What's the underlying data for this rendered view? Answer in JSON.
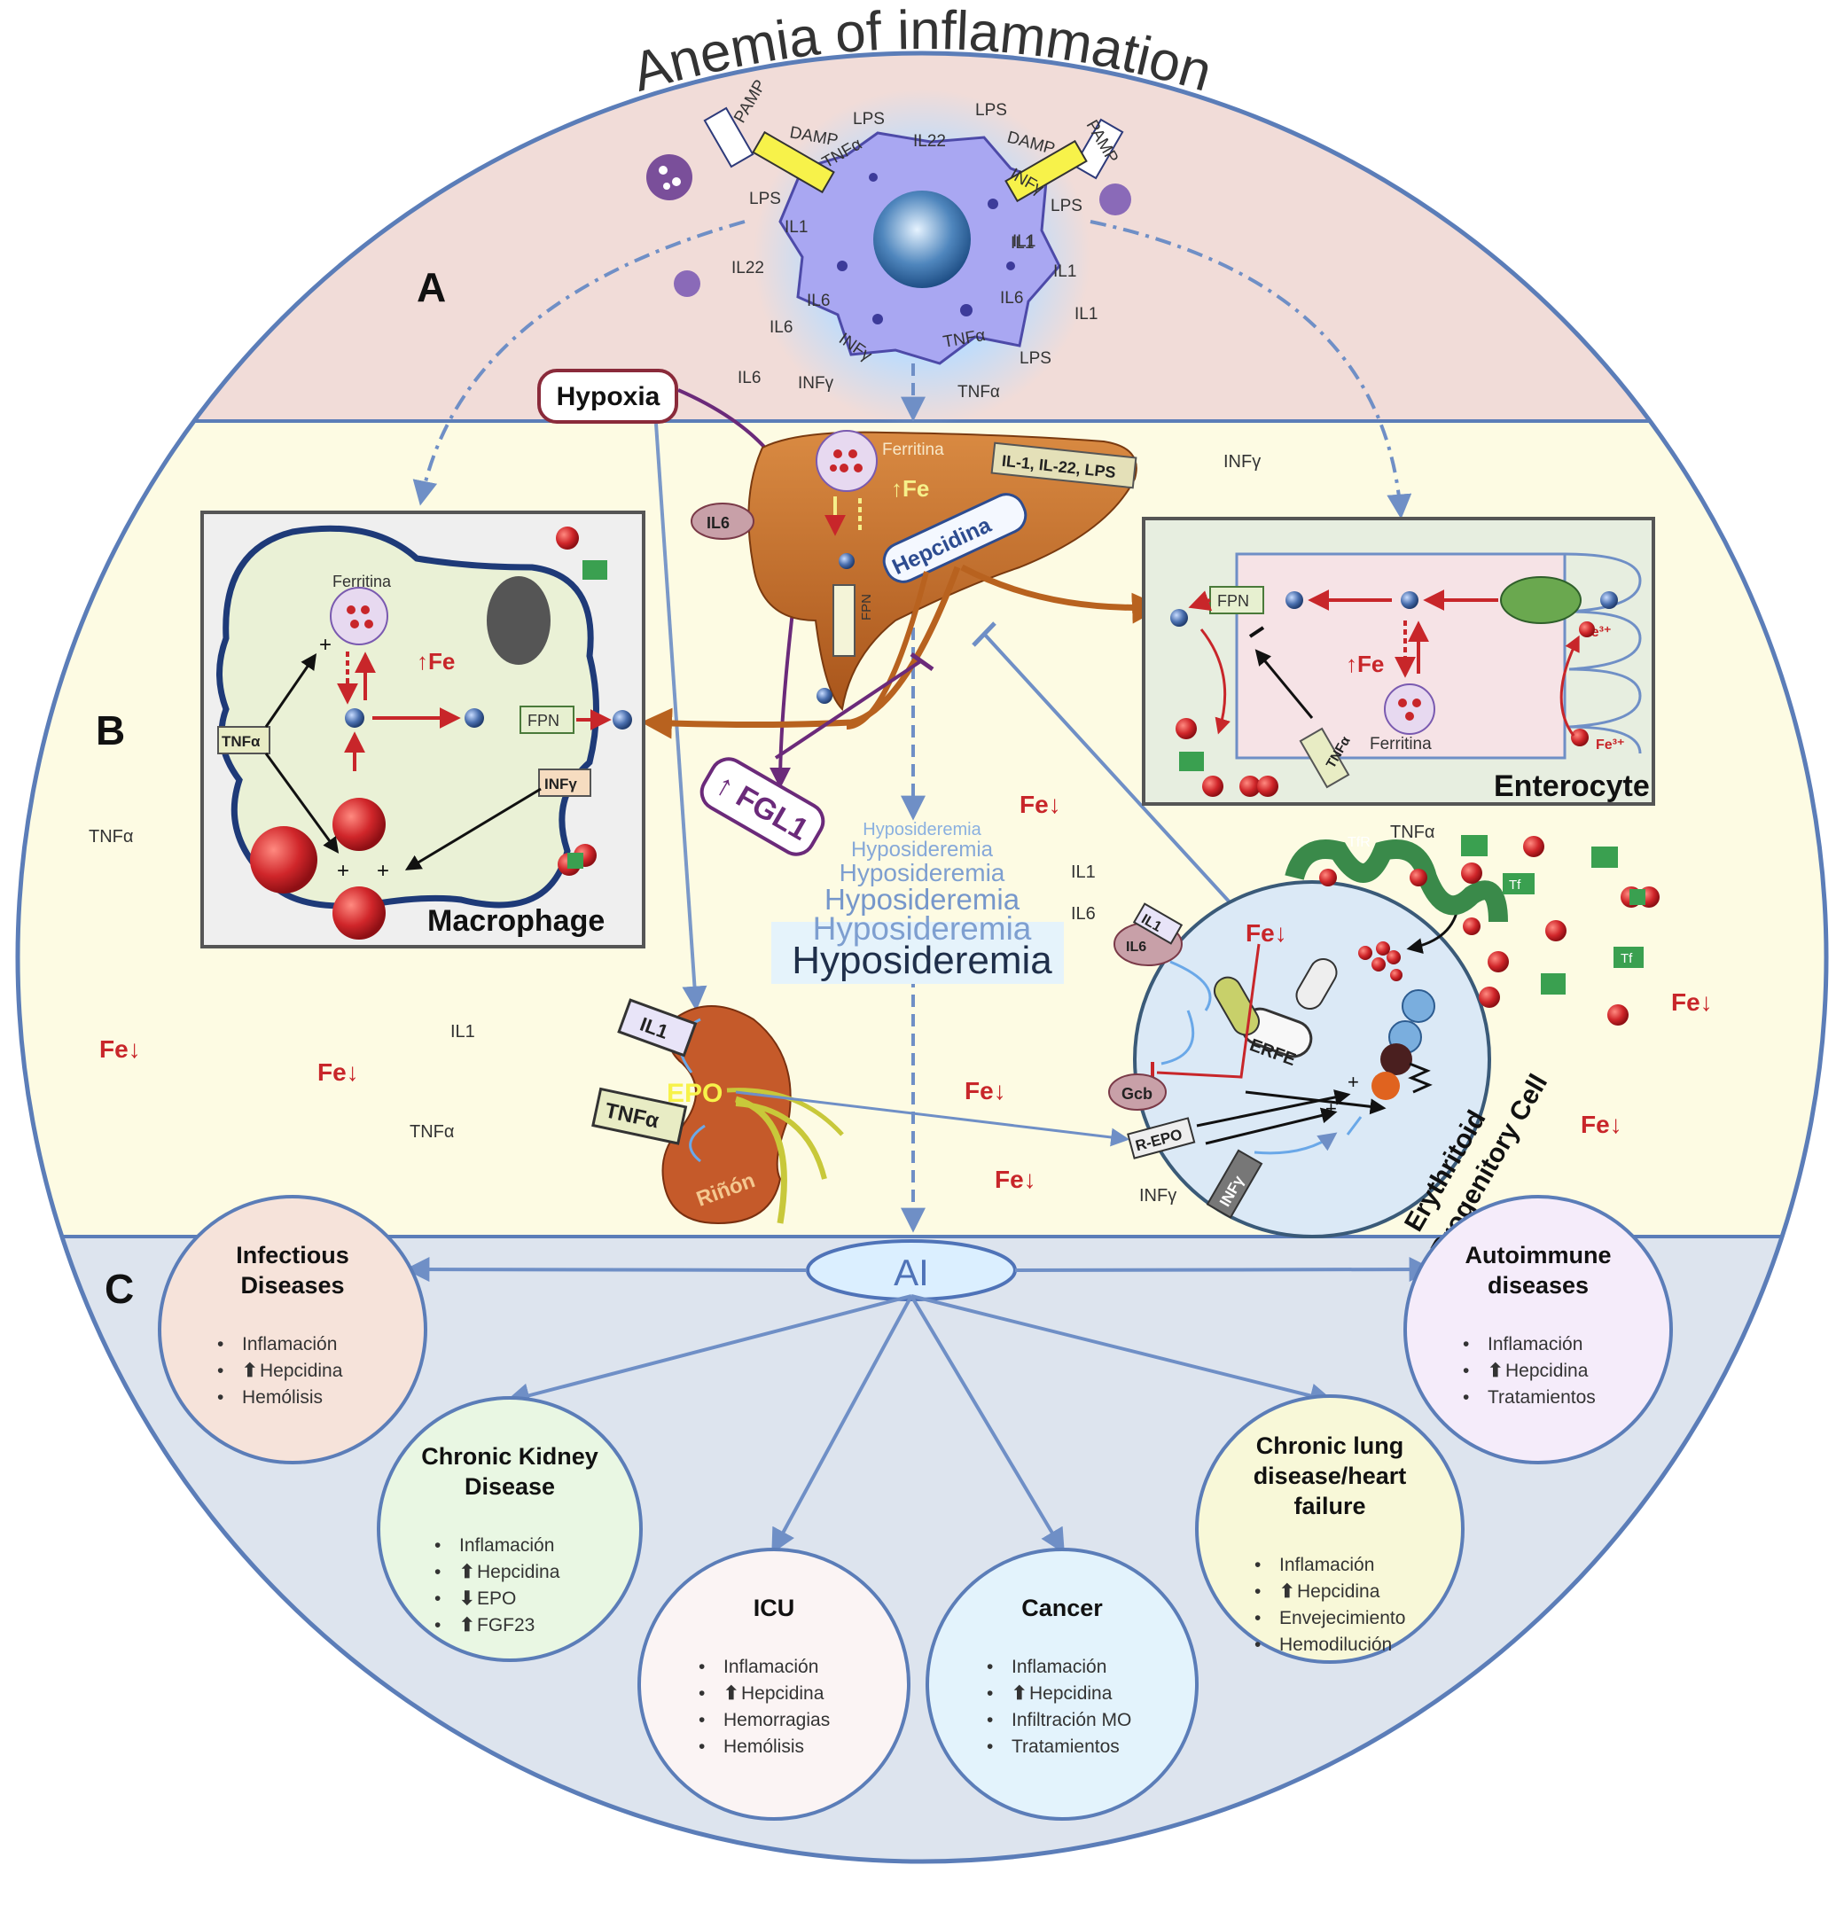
{
  "title": "Anemia of inflammation",
  "sections": {
    "a": "A",
    "b": "B",
    "c": "C"
  },
  "cytokines_top": [
    "PAMP",
    "DAMP",
    "LPS",
    "IL22",
    "LPS",
    "DAMP",
    "INFγ",
    "PAMP",
    "TNFα",
    "LPS",
    "IL1",
    "IL1",
    "IL22",
    "IL6",
    "IL6",
    "INFγ",
    "TNFα",
    "LPS",
    "IL1",
    "IL6",
    "IL1",
    "IL1",
    "LPS",
    "TNFα",
    "IL6",
    "INFγ"
  ],
  "hypoxia": "Hypoxia",
  "liver": {
    "ferritina": "Ferritina",
    "fe_up": "↑Fe",
    "hepcidina": "Hepcidina",
    "cytokine_box": "IL-1, IL-22, LPS",
    "il6": "IL6",
    "fpn": "FPN",
    "infy": "INFγ"
  },
  "fgl1": "↑ FGL1",
  "hyposideremia": [
    "Hyposideremia",
    "Hyposideremia",
    "Hyposideremia",
    "Hyposideremia",
    "Hyposideremia",
    "Hyposideremia"
  ],
  "macrophage": {
    "label": "Macrophage",
    "ferritina": "Ferritina",
    "fe_up": "↑Fe",
    "fpn": "FPN",
    "tnfa": "TNFα",
    "infy": "INFγ"
  },
  "enterocyte": {
    "label": "Enterocyte",
    "fpn": "FPN",
    "fe_up": "↑Fe",
    "ferritina": "Ferritina",
    "fe3": "Fe³⁺",
    "fe2": "Fe³⁺",
    "tnfa": "TNFα"
  },
  "kidney": {
    "il1": "IL1",
    "epo": "EPO",
    "tnfa": "TNFα",
    "rinon": "Riñón"
  },
  "erythroid": {
    "label_line1": "Erythritoid",
    "label_line2": "Progenitory Cell",
    "il1": "IL1",
    "il6": "IL6",
    "erfe": "ERFE",
    "gcb": "Gcb",
    "repo": "R-EPO",
    "infy": "INFγ",
    "tnfa": "TNFα",
    "tfr": "TfR",
    "tf": "Tf"
  },
  "fe_down": "Fe↓",
  "misc_labels": {
    "tnfa": "TNFα",
    "il1": "IL1",
    "il6": "IL6",
    "infy": "INFγ"
  },
  "ai": "AI",
  "diseases": [
    {
      "title": [
        "Infectious",
        "Diseases"
      ],
      "items": [
        "Inflamación",
        "Hepcidina",
        "Hemólisis"
      ],
      "arrows": [
        "",
        "up",
        ""
      ]
    },
    {
      "title": [
        "Chronic Kidney",
        "Disease"
      ],
      "items": [
        "Inflamación",
        "Hepcidina",
        "EPO",
        "FGF23"
      ],
      "arrows": [
        "",
        "up",
        "down",
        "up"
      ]
    },
    {
      "title": [
        "ICU"
      ],
      "items": [
        "Inflamación",
        "Hepcidina",
        "Hemorragias",
        "Hemólisis"
      ],
      "arrows": [
        "",
        "up",
        "",
        ""
      ]
    },
    {
      "title": [
        "Cancer"
      ],
      "items": [
        "Inflamación",
        "Hepcidina",
        "Infiltración MO",
        "Tratamientos"
      ],
      "arrows": [
        "",
        "up",
        "",
        ""
      ]
    },
    {
      "title": [
        "Chronic lung",
        "disease/heart",
        "failure"
      ],
      "items": [
        "Inflamación",
        "Hepcidina",
        "Envejecimiento",
        "Hemodilución"
      ],
      "arrows": [
        "",
        "up",
        "",
        ""
      ]
    },
    {
      "title": [
        "Autoimmune",
        "diseases"
      ],
      "items": [
        "Inflamación",
        "Hepcidina",
        "Tratamientos"
      ],
      "arrows": [
        "",
        "up",
        ""
      ]
    }
  ],
  "colors": {
    "band_a": "#f1dcd8",
    "band_b": "#fdfbe3",
    "band_c": "#dde4ee",
    "outline": "#5b7db8",
    "liver": "#c8732f",
    "kidney": "#c55a2a",
    "iron_red": "#c8262a",
    "purple": "#6b2a7a",
    "arrow_blue": "#6f8fc6"
  }
}
